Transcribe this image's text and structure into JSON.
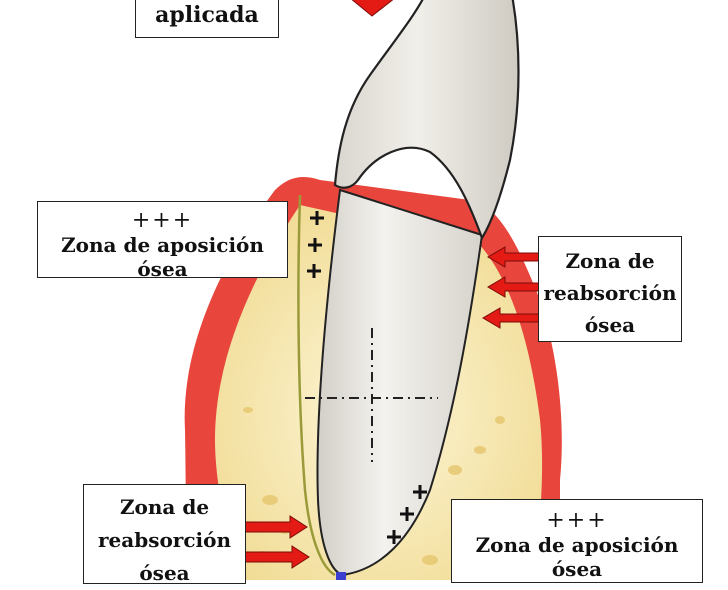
{
  "labels": {
    "top": "aplicada",
    "left_top": {
      "symbols": "+++",
      "text": "Zona de aposición ósea"
    },
    "right": {
      "line1": "Zona de",
      "line2": "reabsorción",
      "line3": "ósea"
    },
    "left_bottom": {
      "line1": "Zona de",
      "line2": "reabsorción",
      "line3": "ósea"
    },
    "right_bottom": {
      "symbols": "+++",
      "text": "Zona de aposición ósea"
    }
  },
  "colors": {
    "gingiva": "#e8463c",
    "bone": "#f2e2a6",
    "bone_light": "#fbf3cf",
    "tooth": "#ece9e2",
    "tooth_shadow": "#c9c6be",
    "ligament_line": "#9a9a3a",
    "arrow": "#e31b14"
  }
}
